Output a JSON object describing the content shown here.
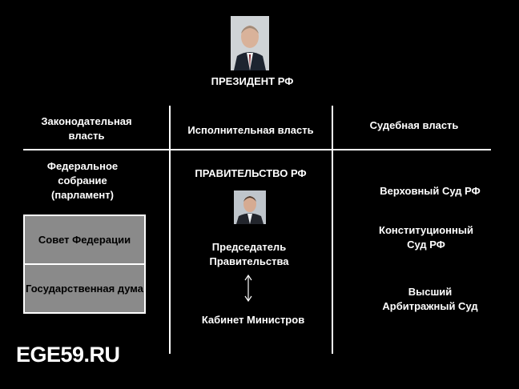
{
  "president": {
    "label": "ПРЕЗИДЕНТ РФ"
  },
  "columns": {
    "legislative": "Законодательная власть",
    "executive": "Исполнительная  власть",
    "judicial": "Судебная власть"
  },
  "legislative": {
    "body": "Федеральное собрание (парламент)",
    "chambers": [
      "Совет Федерации",
      "Государственная дума"
    ]
  },
  "executive": {
    "government": "ПРАВИТЕЛЬСТВО РФ",
    "chairman": "Председатель Правительства",
    "cabinet": "Кабинет Министров"
  },
  "judicial": {
    "courts": [
      "Верховный Суд РФ",
      "Конституционный Суд РФ",
      "Высший Арбитражный Суд"
    ]
  },
  "watermark": "EGE59.RU"
}
